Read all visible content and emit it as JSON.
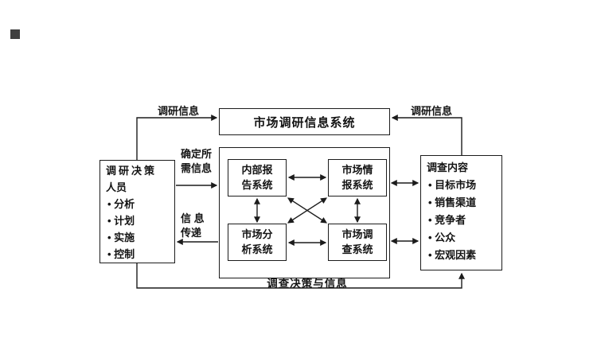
{
  "colors": {
    "line": "#1c1c1c",
    "text": "#141414",
    "background": "#ffffff",
    "corner_marker": "#3f3f3f"
  },
  "top_box": {
    "title": "市场调研信息系统"
  },
  "mis_container": {
    "internal_report": {
      "line1": "内部报",
      "line2": "告系统"
    },
    "market_intelligence": {
      "line1": "市场情",
      "line2": "报系统"
    },
    "market_analysis": {
      "line1": "市场分",
      "line2": "析系统"
    },
    "market_survey": {
      "line1": "市场调",
      "line2": "查系统"
    }
  },
  "left_box": {
    "title_line1": "调研决策",
    "title_line2": "人员",
    "items": [
      "• 分析",
      "• 计划",
      "• 实施",
      "• 控制"
    ]
  },
  "right_box": {
    "title": "调查内容",
    "items": [
      "• 目标市场",
      "• 销售渠道",
      "• 竞争者",
      "• 公众",
      "• 宏观因素"
    ]
  },
  "arrow_labels": {
    "research_info_left": "调研信息",
    "research_info_right": "调研信息",
    "determine_line1": "确定所",
    "determine_line2": "需信息",
    "transfer_line1": "信 息",
    "transfer_line2": "传递",
    "bottom": "调查决策与信息"
  }
}
